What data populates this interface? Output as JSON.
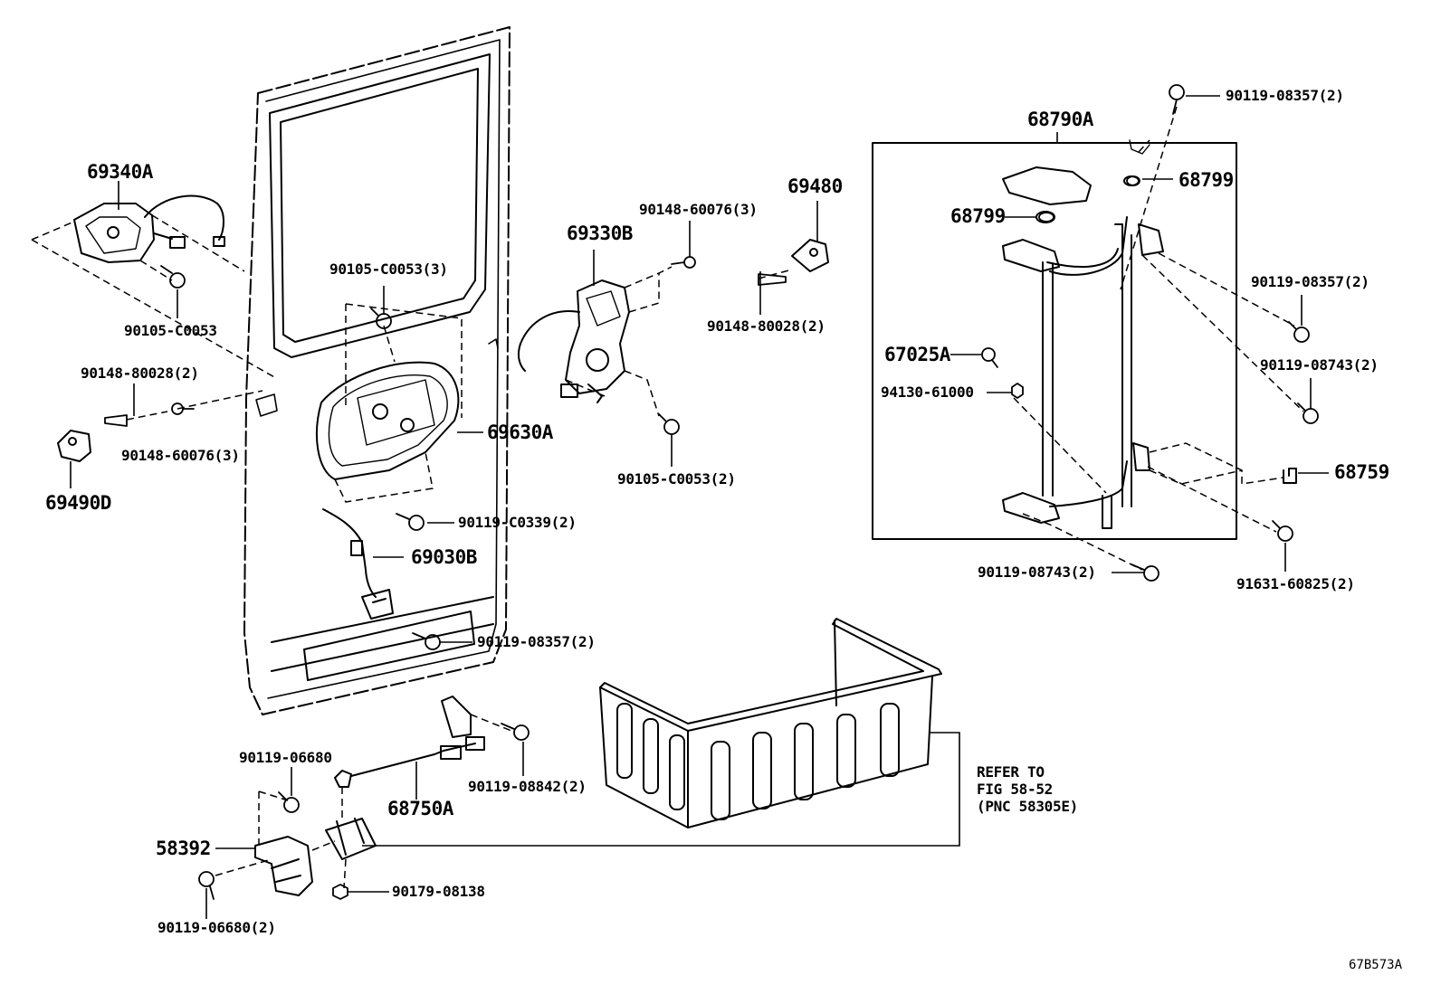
{
  "labels": {
    "p69340A": "69340A",
    "p90105_C0053_a": "90105-C0053",
    "p90148_80028_2a": "90148-80028(2)",
    "p90148_60076_3a": "90148-60076(3)",
    "p69490D": "69490D",
    "p90105_C0053_3": "90105-C0053(3)",
    "p69630A": "69630A",
    "p90119_C0339_2": "90119-C0339(2)",
    "p69030B": "69030B",
    "p90119_08357_2a": "90119-08357(2)",
    "p69330B": "69330B",
    "p90148_60076_3b": "90148-60076(3)",
    "p69480": "69480",
    "p90148_80028_2b": "90148-80028(2)",
    "p90105_C0053_2": "90105-C0053(2)",
    "p68790A": "68790A",
    "p90119_08357_2b": "90119-08357(2)",
    "p68799a": "68799",
    "p68799b": "68799",
    "p90119_08357_2c": "90119-08357(2)",
    "p67025A": "67025A",
    "p90119_08743_2a": "90119-08743(2)",
    "p94130_61000": "94130-61000",
    "p68759": "68759",
    "p90119_08743_2b": "90119-08743(2)",
    "p91631_60825_2": "91631-60825(2)",
    "p90119_06680": "90119-06680",
    "p68750A": "68750A",
    "p90119_08842_2": "90119-08842(2)",
    "p58392": "58392",
    "p90179_08138": "90179-08138",
    "p90119_06680_2": "90119-06680(2)",
    "refer_l1": "REFER TO",
    "refer_l2": "FIG 58-52",
    "refer_l3": "(PNC 58305E)"
  },
  "figure_id": "67B573A"
}
